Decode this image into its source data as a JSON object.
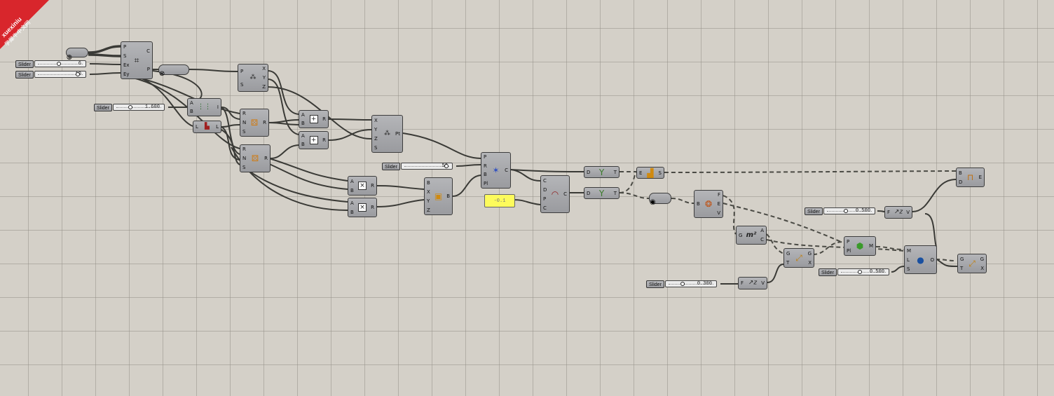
{
  "watermark": {
    "line1": "xuexiniu",
    "line2": "学犀牛中文网",
    "color": "#d8262c"
  },
  "sliders": {
    "s1": {
      "label": "Slider",
      "value": "6",
      "fraction": 0.45
    },
    "s2": {
      "label": "Slider",
      "value": "10",
      "fraction": 0.88
    },
    "s3": {
      "label": "Slider",
      "value": "1.600",
      "fraction": 0.3
    },
    "s4": {
      "label": "Slider",
      "value": "50",
      "fraction": 0.92
    },
    "s5": {
      "label": "Slider",
      "value": "0.500",
      "fraction": 0.4
    },
    "s6": {
      "label": "Slider",
      "value": "0.500",
      "fraction": 0.4
    },
    "s7": {
      "label": "Slider",
      "value": "0.300",
      "fraction": 0.3
    }
  },
  "panel": {
    "value": "-0.1",
    "color": "#fdfb5c"
  },
  "components": {
    "rect": {
      "in": [
        "P",
        "S",
        "Ex",
        "Ey"
      ],
      "out": [
        "C",
        "P"
      ]
    },
    "decon": {
      "in": [
        "P",
        "S"
      ],
      "out": [
        "X",
        "Y",
        "Z"
      ]
    },
    "series": {
      "in": [
        "A",
        "B"
      ],
      "out": [
        "I"
      ]
    },
    "list": {
      "in": [
        "L"
      ],
      "out": [
        "L"
      ]
    },
    "rand1": {
      "in": [
        "R",
        "N",
        "S"
      ],
      "out": [
        "R"
      ]
    },
    "rand2": {
      "in": [
        "R",
        "N",
        "S"
      ],
      "out": [
        "R"
      ]
    },
    "add1": {
      "in": [
        "A",
        "B"
      ],
      "out": [
        "R"
      ]
    },
    "add2": {
      "in": [
        "A",
        "B"
      ],
      "out": [
        "R"
      ]
    },
    "ptxyz": {
      "in": [
        "X",
        "Y",
        "Z",
        "S"
      ],
      "out": [
        "Pt"
      ]
    },
    "mult1": {
      "in": [
        "A",
        "B"
      ],
      "out": [
        "R"
      ]
    },
    "mult2": {
      "in": [
        "A",
        "B"
      ],
      "out": [
        "R"
      ]
    },
    "box": {
      "in": [
        "B",
        "X",
        "Y",
        "Z"
      ],
      "out": [
        "B"
      ]
    },
    "ipcurve": {
      "in": [
        "P",
        "R",
        "B",
        "Pl"
      ],
      "out": [
        "C"
      ]
    },
    "offset": {
      "in": [
        "C",
        "D",
        "P",
        "C"
      ],
      "out": [
        "C"
      ]
    },
    "pipe1": {
      "in": [
        "D"
      ],
      "out": [
        "T"
      ]
    },
    "pipe2": {
      "in": [
        "D"
      ],
      "out": [
        "T"
      ]
    },
    "solid": {
      "in": [
        "E"
      ],
      "out": [
        "S"
      ]
    },
    "brep": {
      "in": [
        "B"
      ],
      "out": [
        "F",
        "E",
        "V"
      ]
    },
    "area": {
      "in": [
        "G"
      ],
      "out": [
        "A",
        "C"
      ]
    },
    "vecz1": {
      "in": [
        "F"
      ],
      "out": [
        "V"
      ]
    },
    "vecz2": {
      "in": [
        "F"
      ],
      "out": [
        "V"
      ]
    },
    "move1": {
      "in": [
        "G",
        "T"
      ],
      "out": [
        "G",
        "X"
      ]
    },
    "move2": {
      "in": [
        "G",
        "T"
      ],
      "out": [
        "G",
        "X"
      ]
    },
    "mesh": {
      "in": [
        "P",
        "Pl"
      ],
      "out": [
        "M"
      ]
    },
    "sphere": {
      "in": [
        "M",
        "L",
        "S"
      ],
      "out": [
        "O"
      ]
    },
    "bdiff": {
      "in": [
        "B",
        "D"
      ],
      "out": [
        "E"
      ]
    }
  },
  "icons": {
    "rect": "rectangle-icon",
    "decon": "deconstruct-point-icon",
    "series": "series-icon",
    "list": "list-item-icon",
    "rand": "random-icon",
    "add": "addition-icon",
    "ptxyz": "construct-point-icon",
    "mult": "multiplication-icon",
    "box": "box-2pt-icon",
    "ipcurve": "interpolate-curve-icon",
    "offset": "offset-curve-icon",
    "pipe": "pipe-icon",
    "solid": "solid-icon",
    "brep": "deconstruct-brep-icon",
    "area": "area-icon",
    "vecz": "unit-z-icon",
    "move": "move-icon",
    "mesh": "mesh-icon",
    "sphere": "sphere-icon",
    "bdiff": "boolean-difference-icon",
    "plane": "plane-param-icon",
    "negate": "negate-icon",
    "cap": "cap-holes-icon"
  },
  "port_label_pl": "Pl",
  "colors": {
    "canvas": "#d4d0c8",
    "component": "#a8a9ad",
    "wire": "#3a3a36"
  }
}
